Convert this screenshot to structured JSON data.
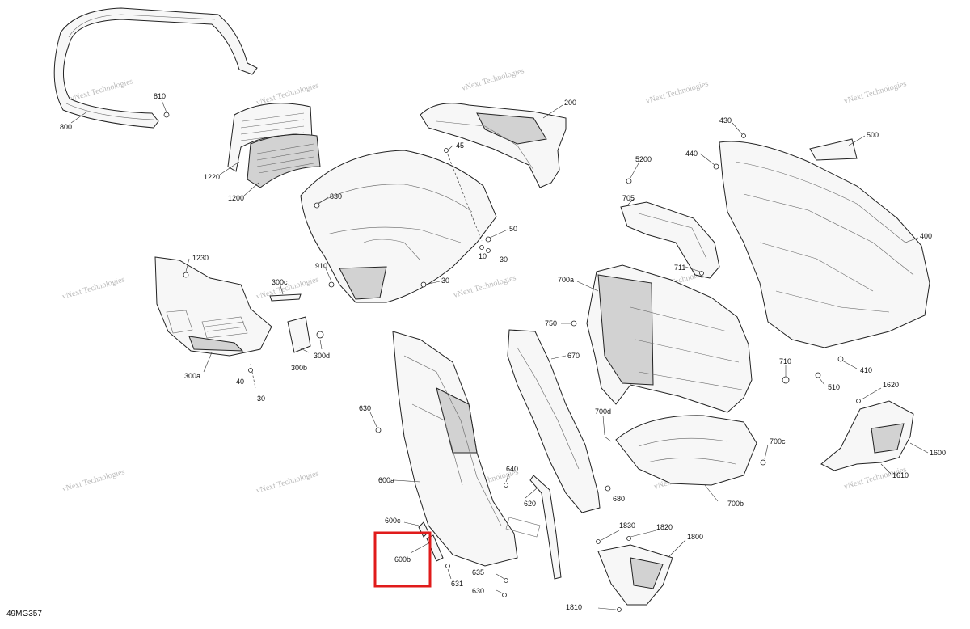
{
  "diagram_code": "49MG357",
  "watermark": "vNext Technologies",
  "highlight_part": "600b",
  "callouts": {
    "p800": "800",
    "p810": "810",
    "p1220": "1220",
    "p1200": "1200",
    "p200": "200",
    "p45": "45",
    "p830": "830",
    "p50": "50",
    "p10": "10",
    "p30a": "30",
    "p910": "910",
    "p30b": "30",
    "p430": "430",
    "p440": "440",
    "p500": "500",
    "p5200": "5200",
    "p705": "705",
    "p711": "711",
    "p400": "400",
    "p1230": "1230",
    "p300c": "300c",
    "p300a": "300a",
    "p300b": "300b",
    "p300d": "300d",
    "p40": "40",
    "p30c": "30",
    "p700a": "700a",
    "p750": "750",
    "p670": "670",
    "p710": "710",
    "p410": "410",
    "p510": "510",
    "p630": "630",
    "p700d": "700d",
    "p700c": "700c",
    "p1620": "1620",
    "p1600": "1600",
    "p1610": "1610",
    "p640": "640",
    "p600a": "600a",
    "p680": "680",
    "p700b": "700b",
    "p620": "620",
    "p600c": "600c",
    "p600b": "600b",
    "p1830": "1830",
    "p1820": "1820",
    "p1800": "1800",
    "p635": "635",
    "p631": "631",
    "p630b": "630",
    "p1810": "1810"
  }
}
